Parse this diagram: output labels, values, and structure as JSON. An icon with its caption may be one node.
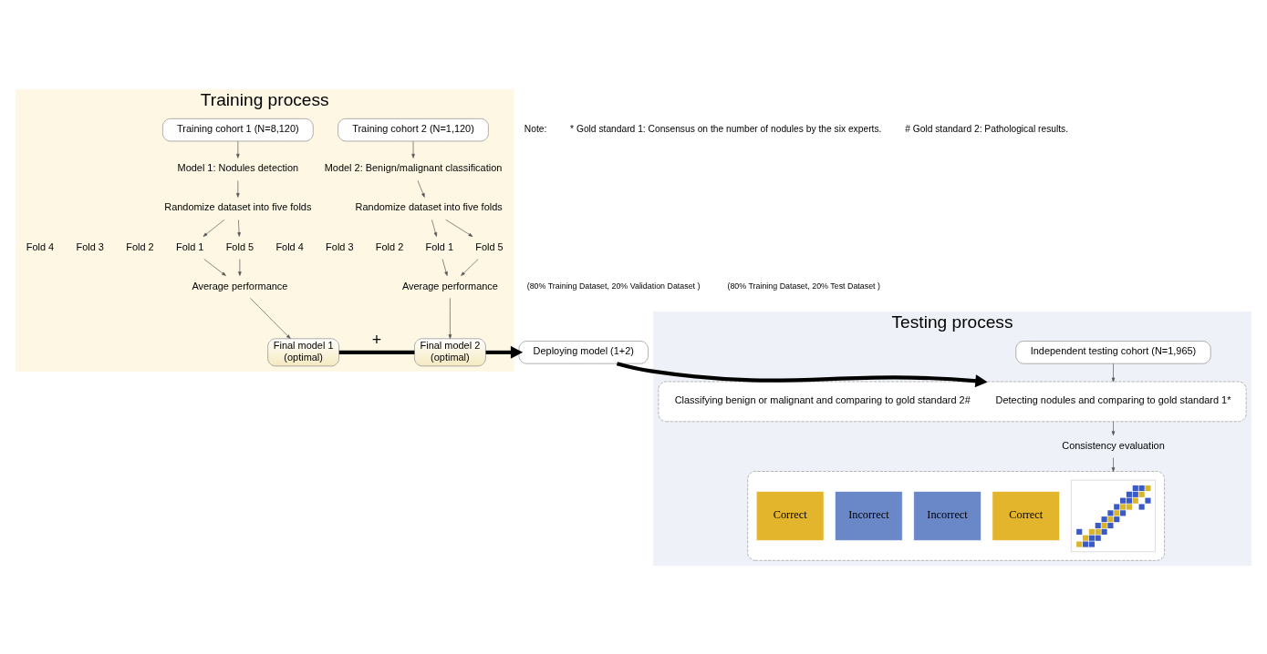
{
  "diagram": {
    "nodes": [
      {
        "text": [
          "Training process"
        ]
      },
      {
        "text": [
          "Training cohort 1 (N=8,120)"
        ],
        "in": 0
      },
      {
        "text": [
          "Model 1: Nodules detection"
        ],
        "in": 0
      },
      {
        "text": [
          "Randomize dataset into five folds"
        ],
        "in": 0
      },
      {
        "text": [
          "Fold 1"
        ],
        "in": 0
      },
      {
        "text": [
          "Fold 2"
        ],
        "in": 0
      },
      {
        "text": [
          "Fold 3"
        ],
        "in": 0
      },
      {
        "text": [
          "Fold 4"
        ],
        "in": 0
      },
      {
        "text": [
          "Fold 5"
        ],
        "in": 0
      },
      {
        "text": [
          "Average performance"
        ],
        "in": 0
      },
      {
        "text": [
          "Final model 1",
          "(optimal)"
        ],
        "in": 0
      },
      {
        "text": [
          "Training cohort 2 (N=1,120)"
        ],
        "in": 0
      },
      {
        "text": [
          "Model 2: Benign/malignant classification"
        ],
        "in": 0
      },
      {
        "text": [
          "Randomize dataset into five folds"
        ],
        "in": 0
      },
      {
        "text": [
          "Fold 1"
        ],
        "in": 0
      },
      {
        "text": [
          "Fold 2"
        ],
        "in": 0
      },
      {
        "text": [
          "Fold 3"
        ],
        "in": 0
      },
      {
        "text": [
          "Fold 4"
        ],
        "in": 0
      },
      {
        "text": [
          "Fold 5"
        ],
        "in": 0
      },
      {
        "text": [
          "Average performance"
        ],
        "in": 0
      },
      {
        "text": [
          "Final model 2",
          "(optimal)"
        ],
        "in": 0
      },
      {
        "text": [
          "Deploying model (1+2)"
        ]
      },
      {
        "text": [
          "Testing process"
        ]
      },
      {
        "text": [
          "Independent testing cohort (N=1,965)"
        ],
        "in": 22
      },
      {
        "text": [],
        "shape": "box",
        "in": 22
      },
      {
        "text": [
          "Detecting nodules and comparing to gold standard 1*"
        ],
        "in": 24
      },
      {
        "text": [
          "Classifying benign or malignant and comparing to gold standard 2#"
        ],
        "in": 24
      },
      {
        "text": [
          "Consistency evaluation"
        ],
        "in": 22
      },
      {
        "text": [],
        "shape": "box",
        "in": 22
      },
      {
        "text": [],
        "shape": "picture",
        "in": 28
      },
      {
        "text": [
          "Correct"
        ],
        "in": 28
      },
      {
        "text": [
          "Incorrect"
        ],
        "in": 28
      },
      {
        "text": [
          "Incorrect"
        ],
        "in": 28
      },
      {
        "text": [
          "Correct"
        ],
        "in": 28
      }
    ],
    "edges": [
      {
        "from": 1,
        "to": 2,
        "arrow": "to"
      },
      {
        "from": 2,
        "to": 3,
        "arrow": "to"
      },
      {
        "from": 3,
        "to": 4,
        "arrow": "to"
      },
      {
        "from": 3,
        "to": 8,
        "arrow": "to"
      },
      {
        "from": 4,
        "to": 9,
        "arrow": "to"
      },
      {
        "from": 8,
        "to": 9,
        "arrow": "to"
      },
      {
        "from": 9,
        "to": 10,
        "arrow": "to"
      },
      {
        "from": 11,
        "to": 12,
        "arrow": "to"
      },
      {
        "from": 12,
        "to": 13,
        "arrow": "to"
      },
      {
        "from": 13,
        "to": 14,
        "arrow": "to"
      },
      {
        "from": 13,
        "to": 18,
        "arrow": "to"
      },
      {
        "from": 14,
        "to": 19,
        "arrow": "to"
      },
      {
        "from": 18,
        "to": 19,
        "arrow": "to"
      },
      {
        "from": 19,
        "to": 20,
        "arrow": "to"
      },
      {
        "from": 10,
        "to": 20,
        "arrow": "none",
        "label": "+",
        "style": "thick"
      },
      {
        "from": 20,
        "to": 21,
        "arrow": "to",
        "style": "thick"
      },
      {
        "from": 21,
        "to": 24,
        "arrow": "to",
        "style": "thick"
      },
      {
        "from": 23,
        "to": 24,
        "arrow": "to"
      },
      {
        "from": 24,
        "to": 27,
        "arrow": "to"
      },
      {
        "from": 27,
        "to": 28,
        "arrow": "to"
      }
    ],
    "labels": [
      "(80% Training Dataset, 20% Validation Dataset )",
      "(80% Training Dataset, 20% Test Dataset )",
      "Note:",
      "* Gold standard 1: Consensus on the number of nodules by the six experts.",
      "# Gold standard 2: Pathological results."
    ]
  }
}
